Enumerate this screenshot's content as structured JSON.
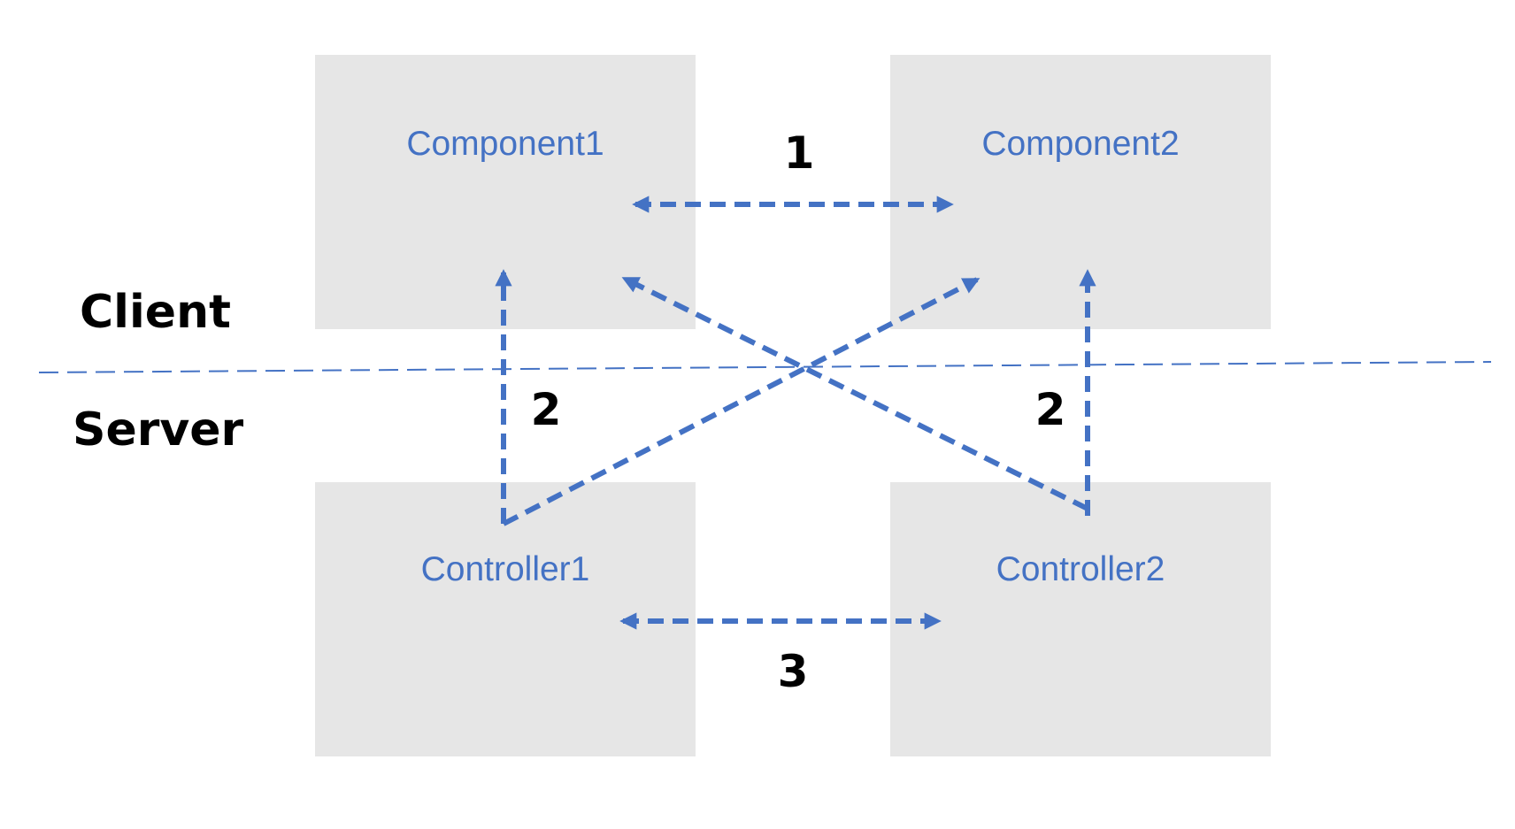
{
  "colors": {
    "box_fill": "#e6e6e6",
    "arrow": "#4472c4",
    "box_text": "#4472c4",
    "label_text": "#000000"
  },
  "side_labels": {
    "client": "Client",
    "server": "Server"
  },
  "nodes": {
    "component1": "Component1",
    "component2": "Component2",
    "controller1": "Controller1",
    "controller2": "Controller2"
  },
  "step_labels": {
    "step1": "1",
    "step2_left": "2",
    "step2_right": "2",
    "step3": "3"
  }
}
